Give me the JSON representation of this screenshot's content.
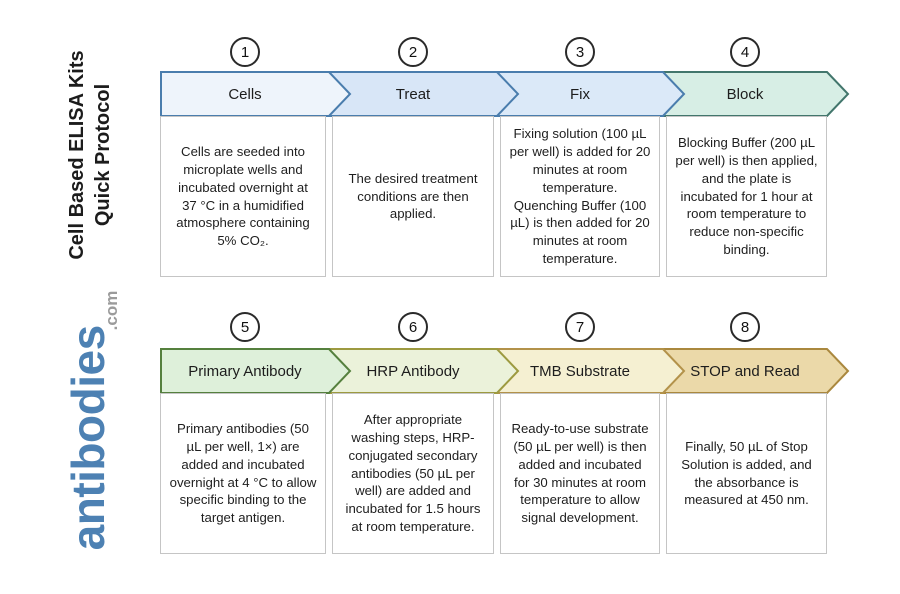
{
  "figure": {
    "title_line1": "Cell Based ELISA Kits",
    "title_line2": "Quick Protocol"
  },
  "logo": {
    "text": "antibodies",
    "suffix": ".com",
    "color": "#4d81b3",
    "suffix_color": "#9b9b9b"
  },
  "steps": [
    {
      "number": "1",
      "label": "Cells",
      "fill": "#eef4fb",
      "stroke": "#4a7dad",
      "description": "Cells are seeded into microplate wells and incubated overnight at 37 °C in a humidified atmosphere containing 5% CO₂."
    },
    {
      "number": "2",
      "label": "Treat",
      "fill": "#d8e6f7",
      "stroke": "#4a7dad",
      "description": "The desired treatment conditions are then applied."
    },
    {
      "number": "3",
      "label": "Fix",
      "fill": "#dbe9f8",
      "stroke": "#4a7dad",
      "description": "Fixing solution (100 µL per well) is added for 20 minutes at room temperature. Quenching Buffer (100 µL) is then added for 20 minutes at room temperature."
    },
    {
      "number": "4",
      "label": "Block",
      "fill": "#d7eee5",
      "stroke": "#42766c",
      "description": "Blocking Buffer (200 µL per well) is then applied, and the plate is incubated for 1 hour at room temperature to reduce non-specific binding."
    },
    {
      "number": "5",
      "label": "Primary Antibody",
      "fill": "#def0da",
      "stroke": "#55803e",
      "description": "Primary antibodies (50 µL per well, 1×) are added and incubated overnight at 4 °C to allow specific binding to the target antigen."
    },
    {
      "number": "6",
      "label": "HRP Antibody",
      "fill": "#ebf2da",
      "stroke": "#9d9a40",
      "description": "After appropriate washing steps, HRP-conjugated secondary antibodies (50 µL per well) are added and incubated for 1.5 hours at room temperature."
    },
    {
      "number": "7",
      "label": "TMB Substrate",
      "fill": "#f5f0d2",
      "stroke": "#b3924a",
      "description": "Ready-to-use substrate (50 µL per well) is then added and incubated for 30 minutes at room temperature to allow signal development."
    },
    {
      "number": "8",
      "label": "STOP and Read",
      "fill": "#ebd9a9",
      "stroke": "#aa883e",
      "description": "Finally, 50 µL of Stop Solution is added, and the absorbance is measured at 450 nm."
    }
  ]
}
